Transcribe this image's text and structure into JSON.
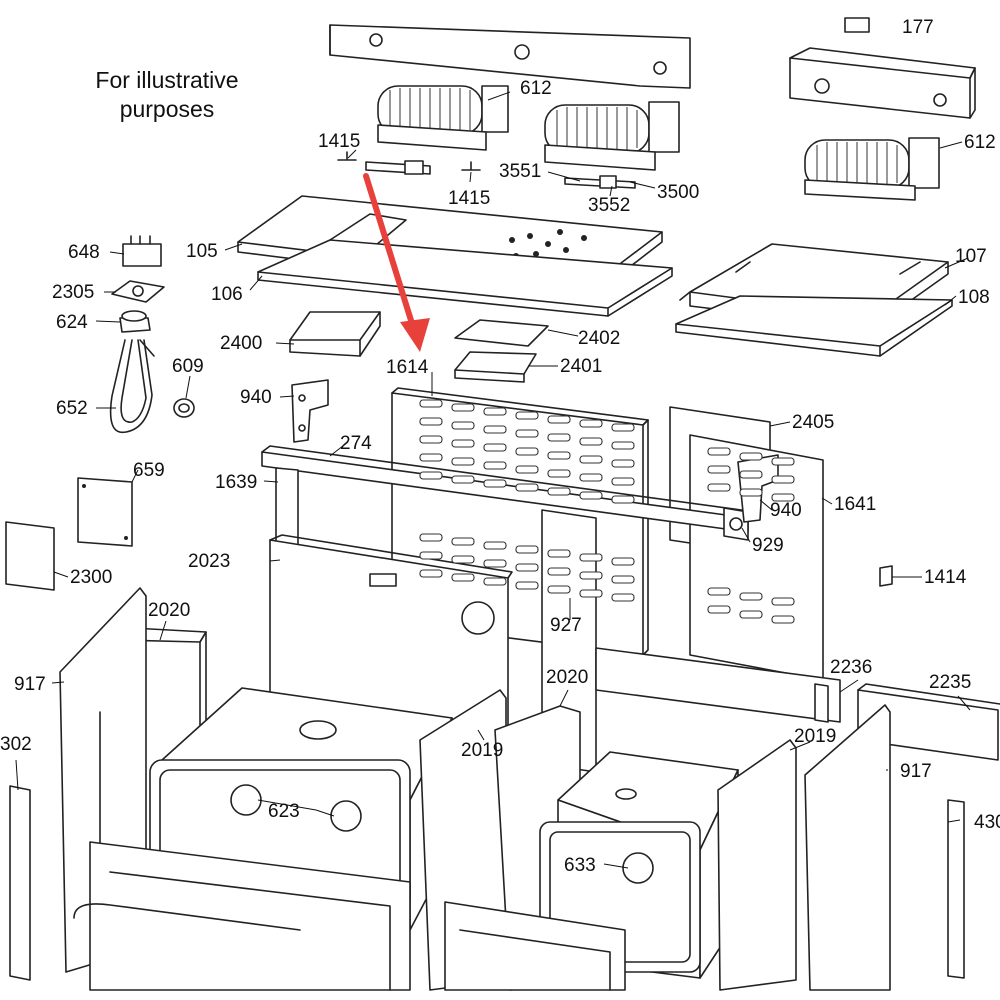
{
  "caption": {
    "line1": "For illustrative",
    "line2": "purposes"
  },
  "arrow_color": "#e8413b",
  "highlighted_part": "1614",
  "labels": {
    "l177": "177",
    "l612a": "612",
    "l612b": "612",
    "l1415a": "1415",
    "l1415b": "1415",
    "l3551": "3551",
    "l3500": "3500",
    "l3552": "3552",
    "l648": "648",
    "l105": "105",
    "l107": "107",
    "l2305": "2305",
    "l106": "106",
    "l108": "108",
    "l624": "624",
    "l2402": "2402",
    "l2400": "2400",
    "l609": "609",
    "l1614": "1614",
    "l2401": "2401",
    "l652": "652",
    "l940a": "940",
    "l2405": "2405",
    "l274": "274",
    "l659": "659",
    "l1639": "1639",
    "l940b": "940",
    "l1641": "1641",
    "l929": "929",
    "l2023": "2023",
    "l1414": "1414",
    "l2300": "2300",
    "l2020a": "2020",
    "l927": "927",
    "l917a": "917",
    "l2236": "2236",
    "l2235": "2235",
    "l2020b": "2020",
    "l302": "302",
    "l2019a": "2019",
    "l2019b": "2019",
    "l917b": "917",
    "l623": "623",
    "l430": "430",
    "l633": "633"
  }
}
